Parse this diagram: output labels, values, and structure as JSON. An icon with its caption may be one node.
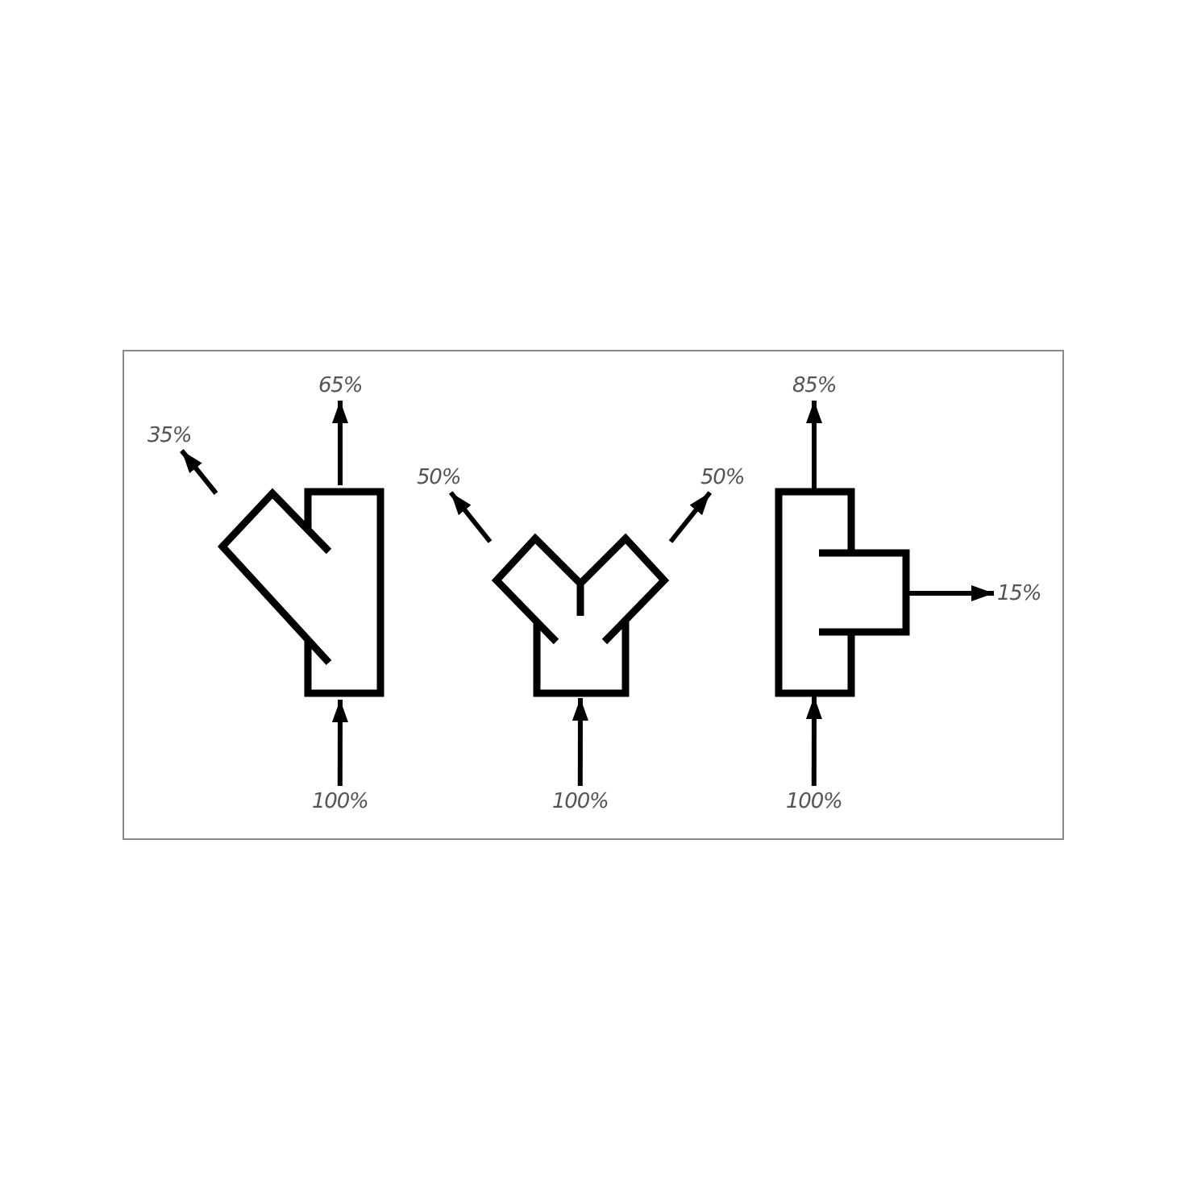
{
  "diagram": {
    "nodes": [
      {
        "text": [
          "35%"
        ]
      },
      {
        "text": [
          "65%"
        ]
      },
      {
        "text": [],
        "shape": "picture"
      },
      {
        "text": [
          "100%"
        ]
      },
      {
        "text": [
          "50%"
        ]
      },
      {
        "text": [
          "50%"
        ]
      },
      {
        "text": [],
        "shape": "picture"
      },
      {
        "text": [
          "100%"
        ]
      },
      {
        "text": [
          "85%"
        ]
      },
      {
        "text": [],
        "shape": "picture"
      },
      {
        "text": [
          "15%"
        ]
      },
      {
        "text": [
          "100%"
        ]
      }
    ],
    "edges": [
      {
        "from": 3,
        "to": 2,
        "arrow": "to"
      },
      {
        "from": 2,
        "to": 1,
        "arrow": "to"
      },
      {
        "from": 2,
        "to": 0,
        "arrow": "to"
      },
      {
        "from": 7,
        "to": 6,
        "arrow": "to"
      },
      {
        "from": 6,
        "to": 4,
        "arrow": "to"
      },
      {
        "from": 6,
        "to": 5,
        "arrow": "to"
      },
      {
        "from": 11,
        "to": 9,
        "arrow": "to"
      },
      {
        "from": 9,
        "to": 8,
        "arrow": "to"
      },
      {
        "from": 9,
        "to": 10,
        "arrow": "to"
      }
    ]
  }
}
